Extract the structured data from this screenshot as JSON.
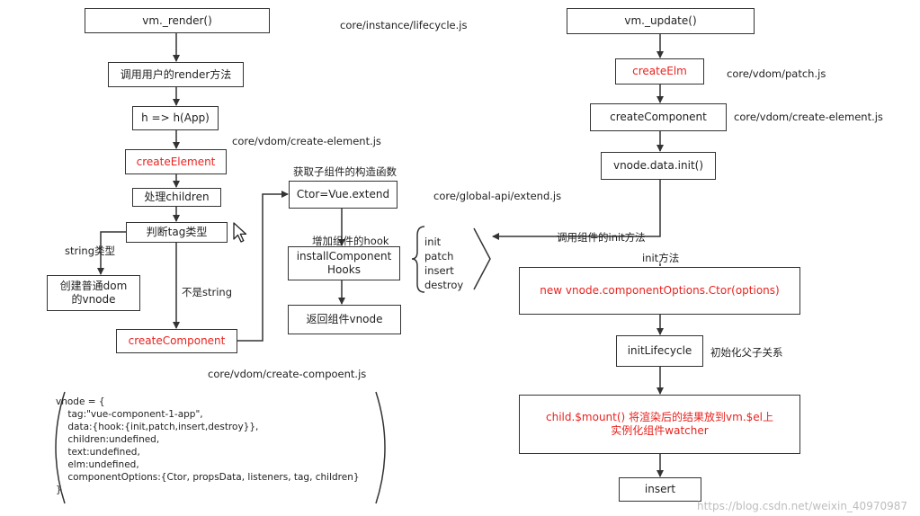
{
  "left": {
    "render": "vm._render()",
    "render_path": "core/instance/lifecycle.js",
    "call_user_render": "调用用户的render方法",
    "h_app": "h => h(App)",
    "create_element": "createElement",
    "create_element_path": "core/vdom/create-element.js",
    "handle_children": "处理children",
    "judge_tag": "判断tag类型",
    "string_type": "string类型",
    "create_dom_vnode": "创建普通dom\n的vnode",
    "not_string": "不是string",
    "create_component": "createComponent",
    "create_component_path": "core/vdom/create-compoent.js"
  },
  "middle": {
    "get_ctor_label": "获取子组件的构造函数",
    "ctor_extend": "Ctor=Vue.extend",
    "extend_path": "core/global-api/extend.js",
    "add_hook_label": "增加组件的hook",
    "install_hooks": "installComponent\nHooks",
    "hook_names": [
      "init",
      "patch",
      "insert",
      "destroy"
    ],
    "return_vnode": "返回组件vnode"
  },
  "right": {
    "update": "vm._update()",
    "create_elm": "createElm",
    "patch_path": "core/vdom/patch.js",
    "create_component": "createComponent",
    "create_element_path": "core/vdom/create-element.js",
    "vnode_init": "vnode.data.init()",
    "call_init_label": "调用组件的init方法",
    "init_method_label": "init方法",
    "new_ctor": "new vnode.componentOptions.Ctor(options)",
    "init_lifecycle": "initLifecycle",
    "init_parent_child": "初始化父子关系",
    "child_mount": "child.$mount()  将渲染后的结果放到vm.$el上\n实例化组件watcher",
    "insert": "insert"
  },
  "code": {
    "lines": [
      "vnode = {",
      "    tag:\"vue-component-1-app\",",
      "    data:{hook:{init,patch,insert,destroy}},",
      "    children:undefined,",
      "    text:undefined,",
      "    elm:undefined,",
      "    componentOptions:{Ctor, propsData, listeners, tag, children}",
      "}"
    ]
  },
  "watermark": "https://blog.csdn.net/weixin_40970987",
  "colors": {
    "highlight": "#e8231f",
    "stroke": "#333333",
    "watermark": "#bdbdbd"
  }
}
